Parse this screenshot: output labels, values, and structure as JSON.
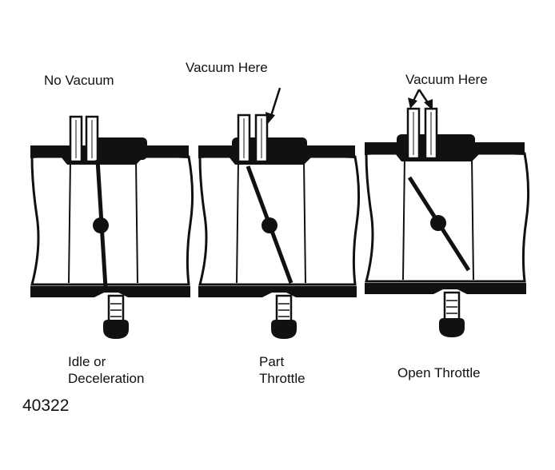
{
  "labels": {
    "panel1_top": "No Vacuum",
    "panel2_top": "Vacuum Here",
    "panel3_top": "Vacuum Here",
    "panel1_bottom_line1": "Idle or",
    "panel1_bottom_line2": "Deceleration",
    "panel2_bottom_line1": "Part",
    "panel2_bottom_line2": "Throttle",
    "panel3_bottom": "Open Throttle",
    "figure_number": "40322"
  }
}
